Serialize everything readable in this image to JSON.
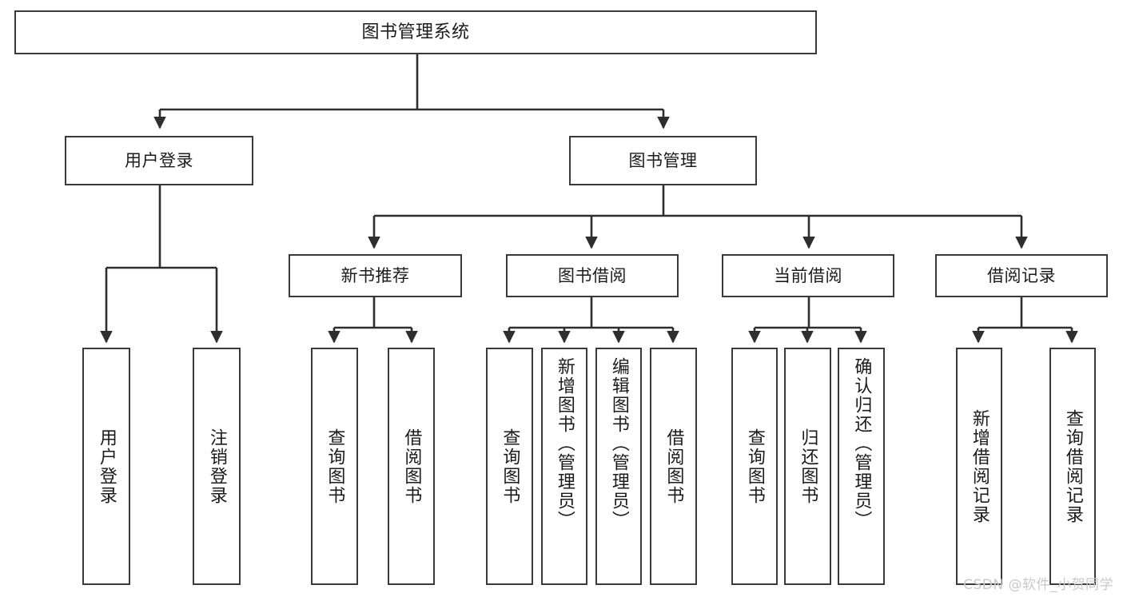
{
  "diagram": {
    "title": "图书管理系统",
    "type": "hierarchy-tree",
    "watermark": "CSDN @软件_小贺同学",
    "colors": {
      "border": "#3a3a3a",
      "background": "#ffffff",
      "text": "#1b1b1b",
      "watermark": "#c9c9c9"
    },
    "nodes": {
      "root": {
        "label": "图书管理系统"
      },
      "level2": [
        {
          "id": "user-login",
          "label": "用户登录"
        },
        {
          "id": "book-manage",
          "label": "图书管理"
        }
      ],
      "level3": [
        {
          "id": "new-book-recommend",
          "label": "新书推荐"
        },
        {
          "id": "book-borrow",
          "label": "图书借阅"
        },
        {
          "id": "current-borrow",
          "label": "当前借阅"
        },
        {
          "id": "borrow-record",
          "label": "借阅记录"
        }
      ],
      "leaves": {
        "user_login": [
          {
            "id": "leaf-user-login",
            "label": "用户登录"
          },
          {
            "id": "leaf-logout-login",
            "label": "注销登录"
          }
        ],
        "new_book_recommend": [
          {
            "id": "leaf-query-book-1",
            "label": "查询图书"
          },
          {
            "id": "leaf-borrow-book-1",
            "label": "借阅图书"
          }
        ],
        "book_borrow": [
          {
            "id": "leaf-query-book-2",
            "label": "查询图书"
          },
          {
            "id": "leaf-add-book",
            "label": "新增图书（管理员）"
          },
          {
            "id": "leaf-edit-book",
            "label": "编辑图书（管理员）"
          },
          {
            "id": "leaf-borrow-book-2",
            "label": "借阅图书"
          }
        ],
        "current_borrow": [
          {
            "id": "leaf-query-book-3",
            "label": "查询图书"
          },
          {
            "id": "leaf-return-book",
            "label": "归还图书"
          },
          {
            "id": "leaf-confirm-return",
            "label": "确认归还（管理员）"
          }
        ],
        "borrow_record": [
          {
            "id": "leaf-add-record",
            "label": "新增借阅记录"
          },
          {
            "id": "leaf-query-record",
            "label": "查询借阅记录"
          }
        ]
      }
    }
  }
}
